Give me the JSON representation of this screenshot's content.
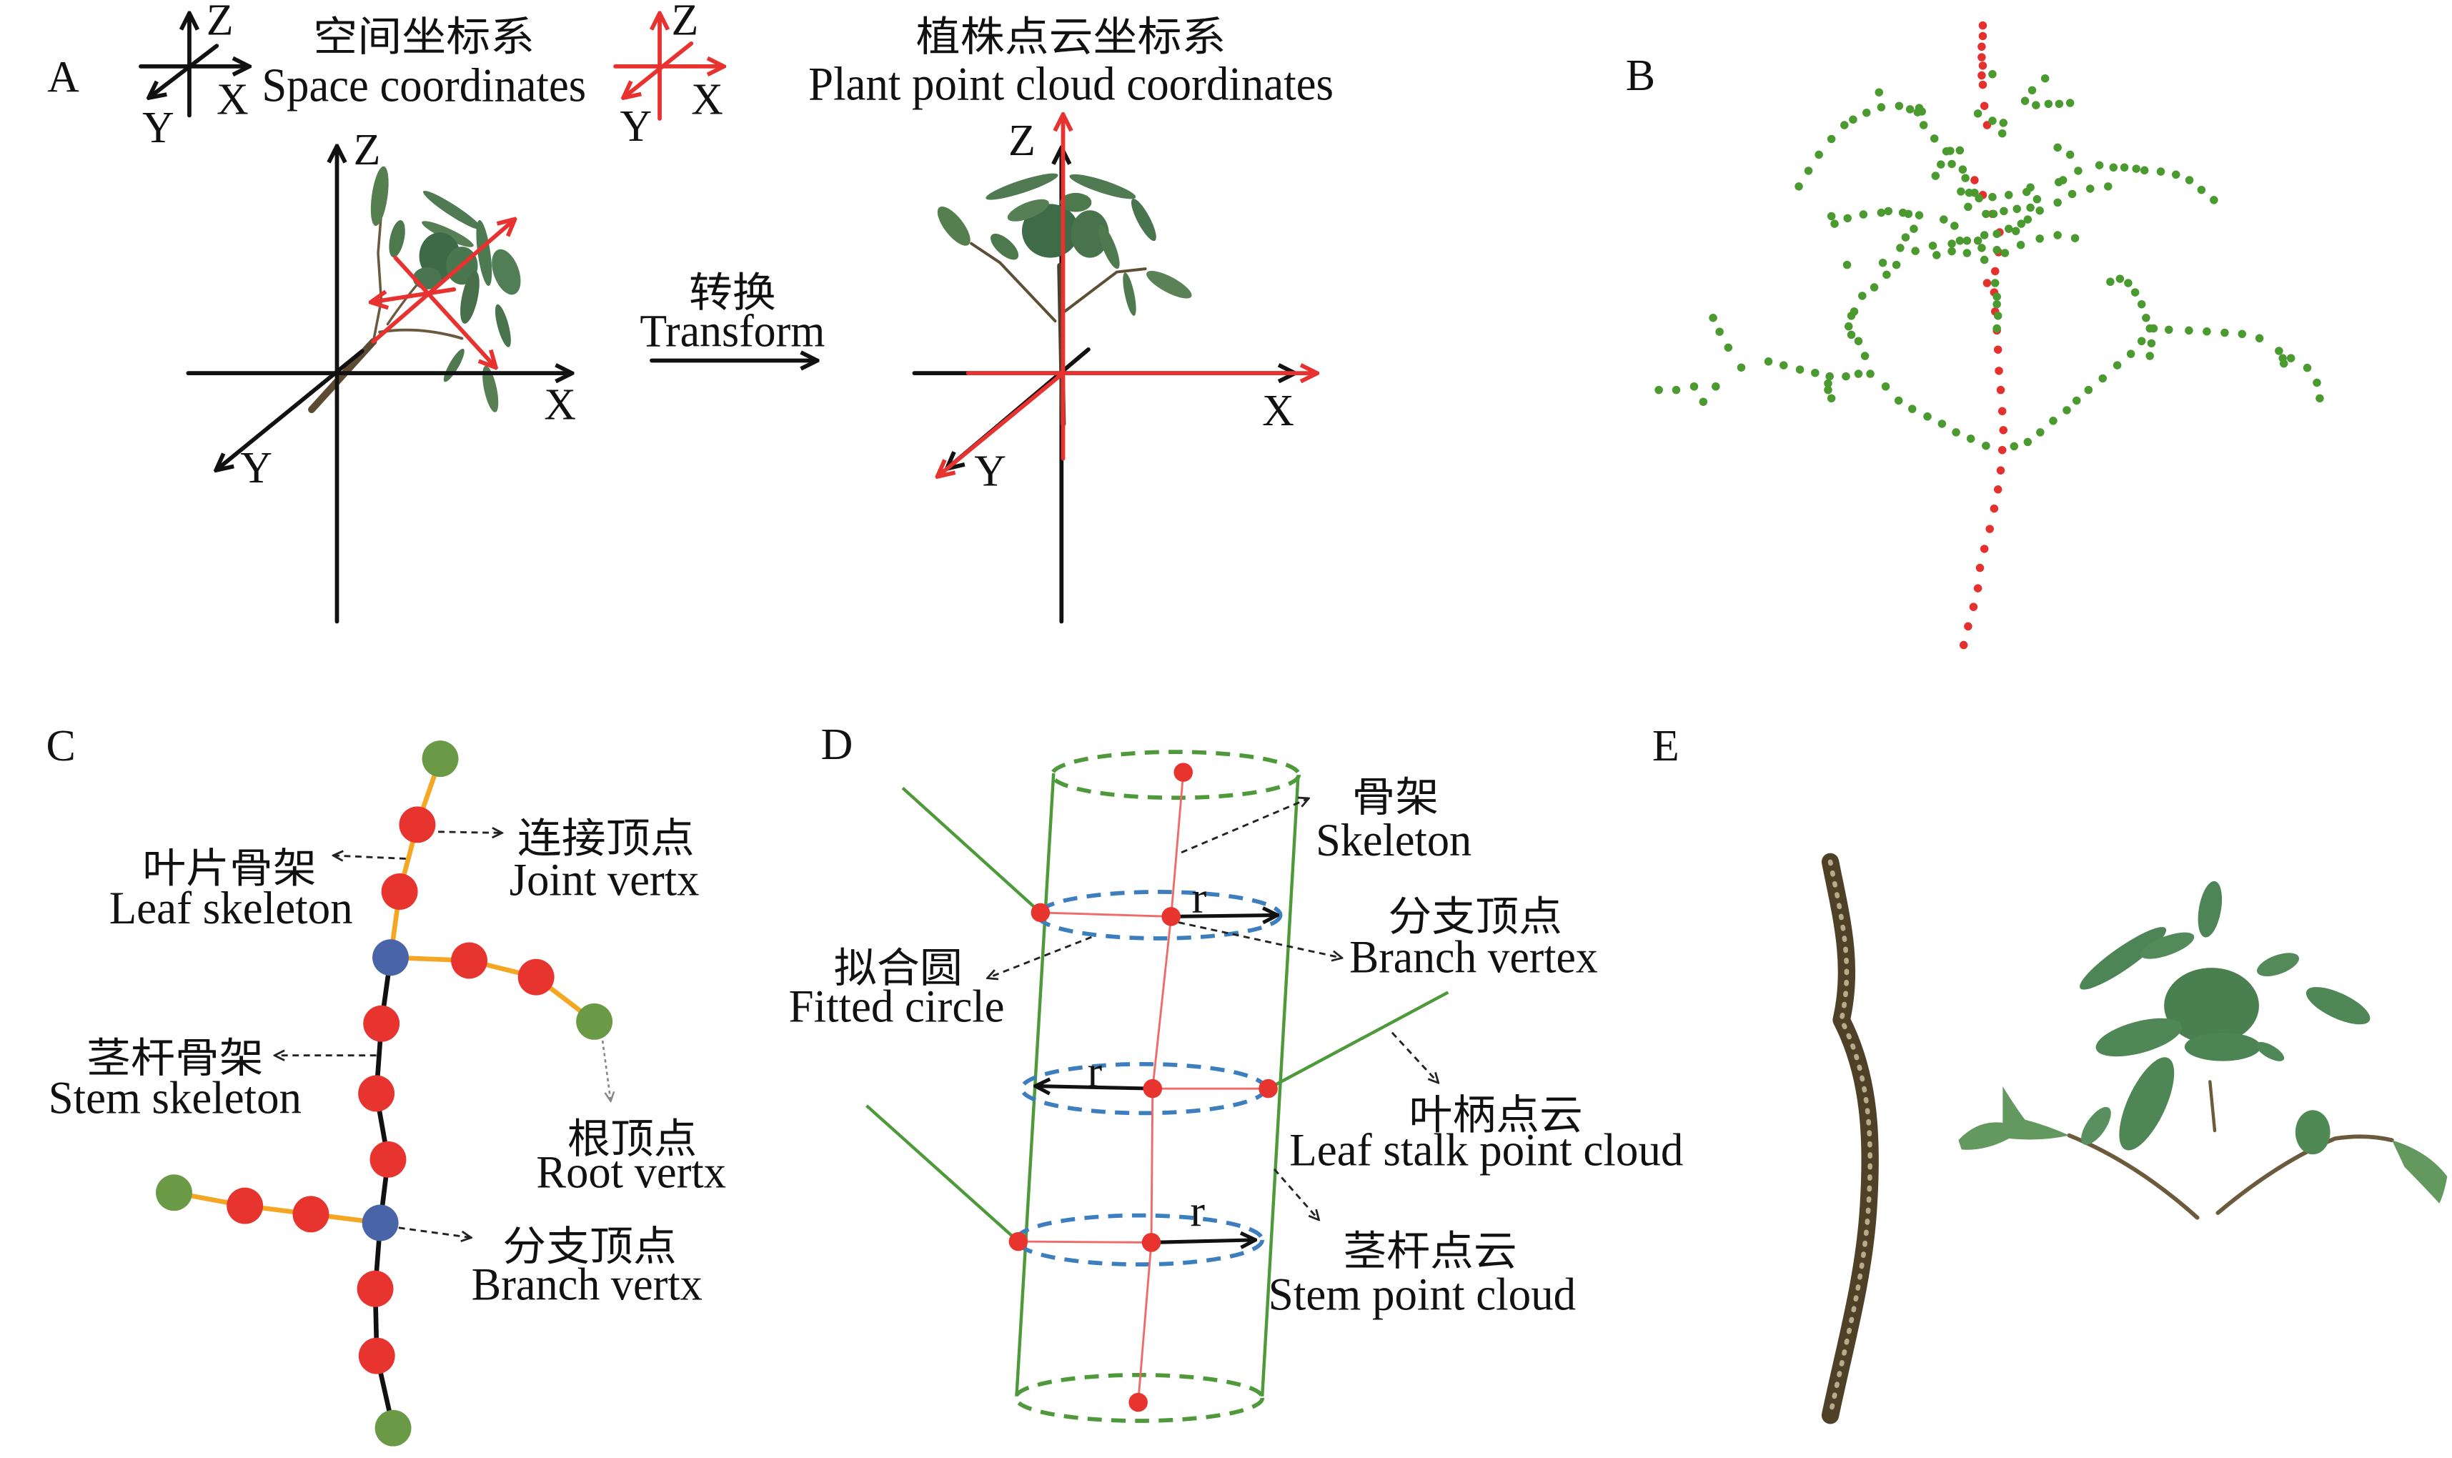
{
  "figure": {
    "panel_labels": {
      "a": "A",
      "b": "B",
      "c": "C",
      "d": "D",
      "e": "E"
    },
    "panel_a": {
      "axis_labels": {
        "x": "X",
        "y": "Y",
        "z": "Z"
      },
      "space_coordinates": {
        "zh": "空间坐标系",
        "en": "Space coordinates"
      },
      "plant_coordinates": {
        "zh": "植株点云坐标系",
        "en": "Plant point cloud coordinates"
      },
      "transform": {
        "zh": "转换",
        "en": "Transform"
      }
    },
    "panel_c": {
      "joint_vertex": {
        "zh": "连接顶点",
        "en": "Joint vertx"
      },
      "leaf_skeleton": {
        "zh": "叶片骨架",
        "en": "Leaf skeleton"
      },
      "stem_skeleton": {
        "zh": "茎杆骨架",
        "en": "Stem skeleton"
      },
      "root_vertex": {
        "zh": "根顶点",
        "en": "Root vertx"
      },
      "branch_vertex": {
        "zh": "分支顶点",
        "en": "Branch vertx"
      }
    },
    "panel_d": {
      "skeleton": {
        "zh": "骨架",
        "en": "Skeleton"
      },
      "branch_vertex": {
        "zh": "分支顶点",
        "en": "Branch vertex"
      },
      "fitted_circle": {
        "zh": "拟合圆",
        "en": "Fitted circle"
      },
      "leaf_stalk_point_cloud": {
        "zh": "叶柄点云",
        "en": "Leaf stalk point cloud"
      },
      "stem_point_cloud": {
        "zh": "茎杆点云",
        "en": "Stem point cloud"
      },
      "radius_label": "r"
    },
    "colors": {
      "vertex_red": "#e8342e",
      "branch_vertex_blue": "#4a64a8",
      "end_vertex_green": "#6a9a45",
      "leaf_skeleton_orange": "#f5a623",
      "stem_skeleton_black": "#111111",
      "transformed_axes_red": "#e8322f",
      "stem_points_red": "#e5312d",
      "leaf_points_green": "#4a9a2f",
      "cylinder_green": "#4e9a3a",
      "fitted_circle_blue": "#3d7ebf"
    }
  }
}
